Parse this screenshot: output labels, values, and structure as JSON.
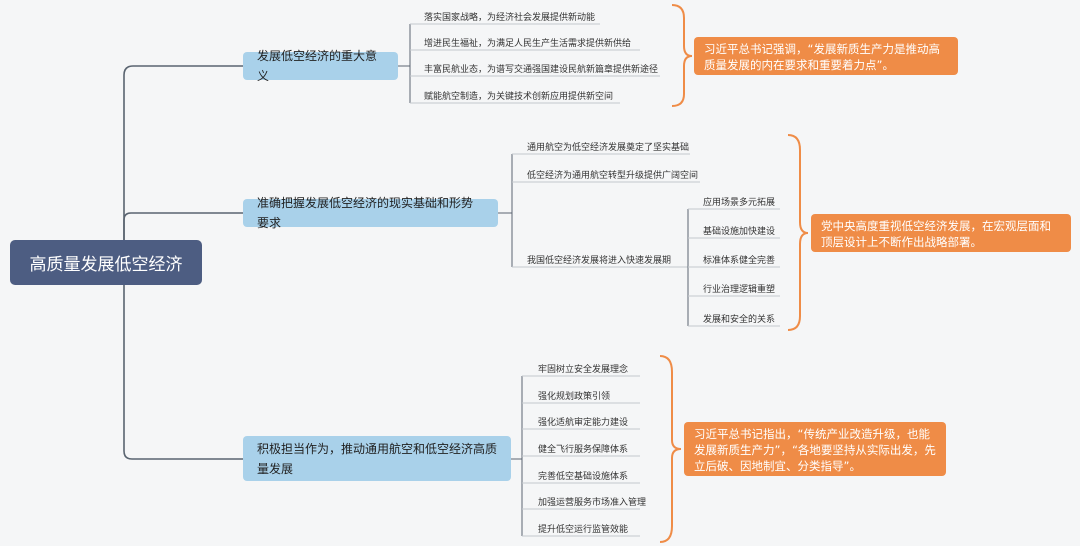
{
  "root": {
    "label": "高质量发展低空经济"
  },
  "branches": [
    {
      "label": "发展低空经济的重大意义",
      "items": [
        "落实国家战略，为经济社会发展提供新动能",
        "增进民生福祉，为满足人民生产生活需求提供新供给",
        "丰富民航业态，为谱写交通强国建设民航新篇章提供新途径",
        "赋能航空制造，为关键技术创新应用提供新空间"
      ],
      "note": "习近平总书记强调，“发展新质生产力是推动高质量发展的内在要求和重要着力点”。"
    },
    {
      "label": "准确把握发展低空经济的现实基础和形势要求",
      "items": [
        "通用航空为低空经济发展奠定了坚实基础",
        "低空经济为通用航空转型升级提供广阔空间",
        "我国低空经济发展将进入快速发展期"
      ],
      "sub_items": [
        "应用场景多元拓展",
        "基础设施加快建设",
        "标准体系健全完善",
        "行业治理逻辑重塑",
        "发展和安全的关系"
      ],
      "note": "党中央高度重视低空经济发展，在宏观层面和顶层设计上不断作出战略部署。"
    },
    {
      "label": "积极担当作为，推动通用航空和低空经济高质量发展",
      "items": [
        "牢固树立安全发展理念",
        "强化规划政策引领",
        "强化适航审定能力建设",
        "健全飞行服务保障体系",
        "完善低空基础设施体系",
        "加强运营服务市场准入管理",
        "提升低空运行监管效能"
      ],
      "note": "习近平总书记指出，“传统产业改造升级，也能发展新质生产力”，“各地要坚持从实际出发，先立后破、因地制宜、分类指导”。"
    }
  ],
  "colors": {
    "root": "#4d5d82",
    "branch": "#a9d1ea",
    "note": "#ef8c47",
    "line": "#5a6470",
    "bracket": "#ef8c47"
  }
}
